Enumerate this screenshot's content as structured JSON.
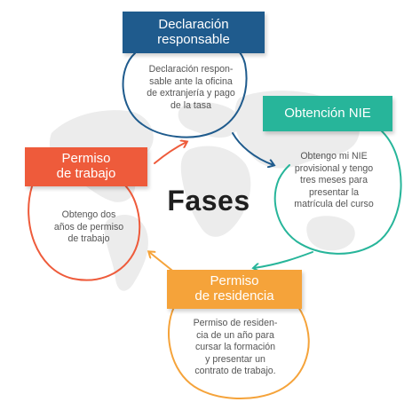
{
  "center": {
    "title": "Fases"
  },
  "colors": {
    "declaracion": "#1f5b8d",
    "obtencion": "#27b59a",
    "residencia": "#f5a33a",
    "trabajo": "#ee5b3b",
    "map": "#eeeeee"
  },
  "phases": [
    {
      "id": "declaracion",
      "title_line1": "Declaración",
      "title_line2": "responsable",
      "desc_lines": [
        "Declaración respon-",
        "sable ante la oficina",
        "de extranjería y pago",
        "de la tasa"
      ]
    },
    {
      "id": "obtencion",
      "title_line1": "Obtención NIE",
      "desc_lines": [
        "Obtengo mi NIE",
        "provisional y tengo",
        "tres meses para",
        "presentar la",
        "matrícula del curso"
      ]
    },
    {
      "id": "residencia",
      "title_line1": "Permiso",
      "title_line2": "de residencia",
      "desc_lines": [
        "Permiso de residen-",
        "cia de un año para",
        "cursar la formación",
        "y presentar un",
        "contrato de trabajo."
      ]
    },
    {
      "id": "trabajo",
      "title_line1": "Permiso",
      "title_line2": "de trabajo",
      "desc_lines": [
        "Obtengo dos",
        "años de permiso",
        "de trabajo"
      ]
    }
  ]
}
